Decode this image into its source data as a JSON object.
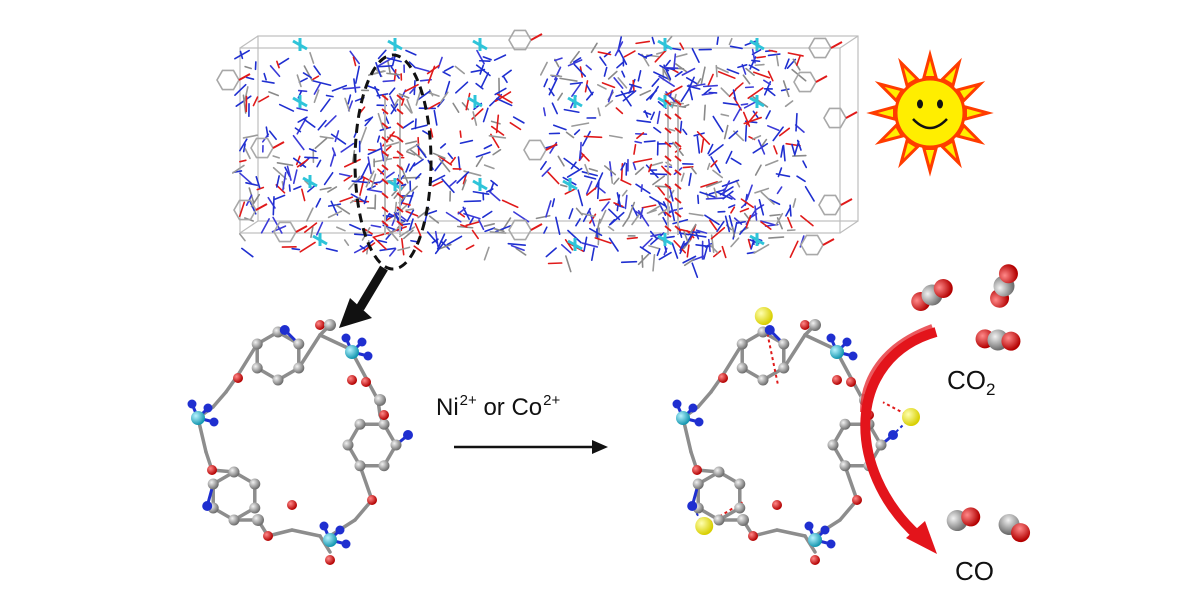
{
  "reaction": {
    "metal_a": "Ni",
    "metal_a_charge": "2+",
    "connector": " or ",
    "metal_b": "Co",
    "metal_b_charge": "2+"
  },
  "reactant": {
    "formula": "CO",
    "subscript": "2"
  },
  "product": {
    "formula": "CO"
  },
  "colors": {
    "metal_node": "#2ec4d9",
    "nitrogen": "#1f2fd0",
    "oxygen": "#e01a1a",
    "carbon": "#9a9a9a",
    "sulfur_yellow": "#f2ee10",
    "sun_fill": "#ffee00",
    "sun_rays": "#ff3c00",
    "curved_arrow": "#e3141b",
    "arrow": "#111111"
  },
  "icons": [
    "sun-face-icon",
    "reaction-arrow-icon",
    "zoom-arrow-icon",
    "curved-conversion-arrow-icon"
  ]
}
